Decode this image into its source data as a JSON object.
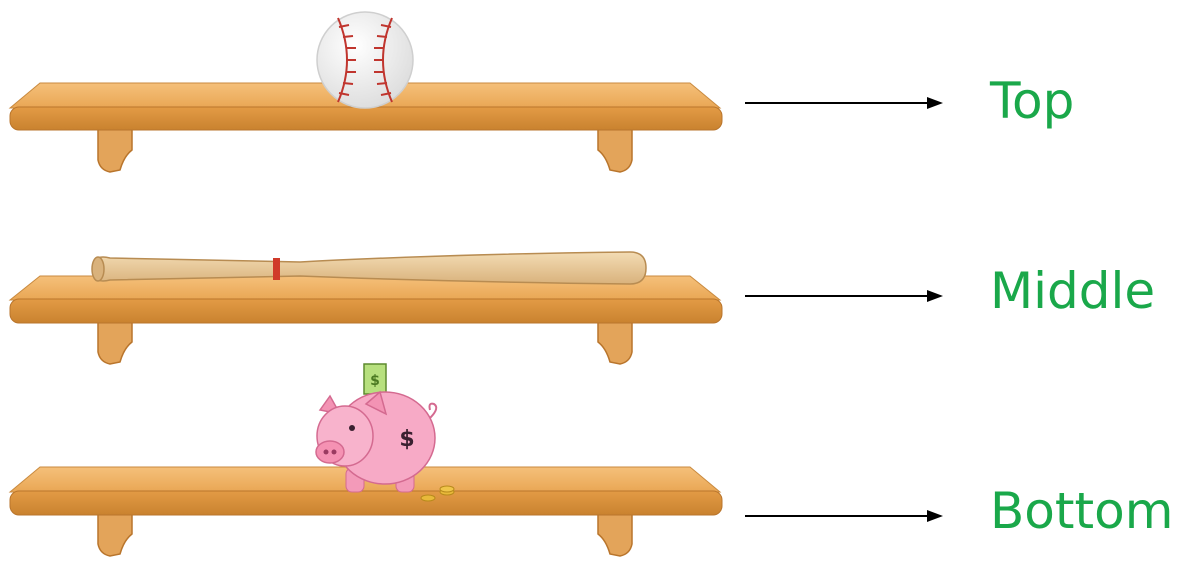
{
  "colors": {
    "label": "#1aa84a",
    "shelf_top": "#f2b46a",
    "shelf_front": "#d9913d",
    "shelf_edge": "#b9752c",
    "arrow": "#000000",
    "piggy": "#f6a9c4",
    "bat": "#e9c99a",
    "bat_band": "#d03a2a",
    "ball_stitch": "#c0352e"
  },
  "shelves": [
    {
      "id": "top",
      "label": "Top",
      "item": "baseball-icon"
    },
    {
      "id": "middle",
      "label": "Middle",
      "item": "baseball-bat-icon"
    },
    {
      "id": "bottom",
      "label": "Bottom",
      "item": "piggy-bank-icon"
    }
  ]
}
